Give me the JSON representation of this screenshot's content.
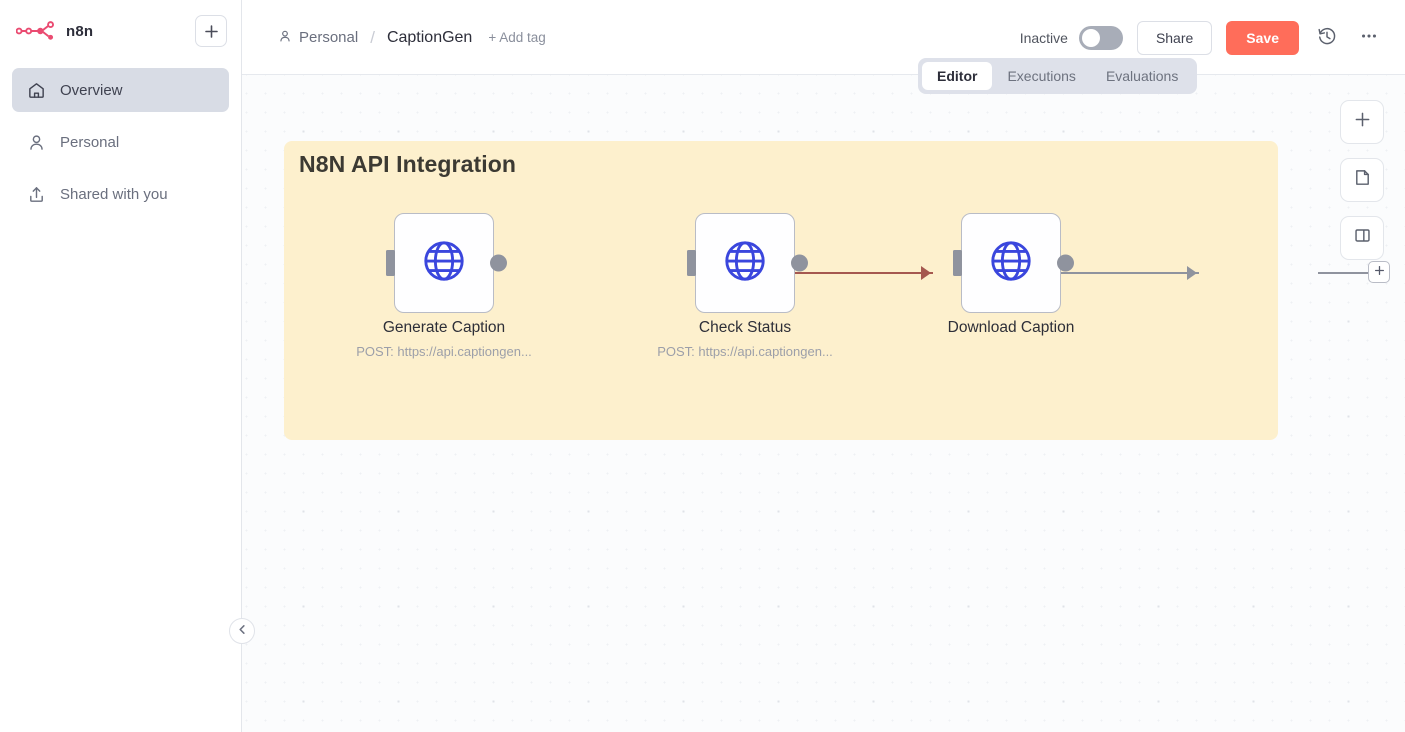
{
  "sidebar": {
    "brand": {
      "name": "n8n",
      "logo_icon": "n8n-logo",
      "color": "#ea4b71"
    },
    "add_button": {
      "icon": "plus-icon",
      "label": "+"
    },
    "items": [
      {
        "label": "Overview",
        "icon": "home-icon",
        "active": true
      },
      {
        "label": "Personal",
        "icon": "person-icon",
        "active": false
      },
      {
        "label": "Shared with you",
        "icon": "share-upload-icon",
        "active": false
      }
    ],
    "collapse": {
      "icon": "chevron-left-icon"
    }
  },
  "header": {
    "breadcrumb": {
      "project_icon": "person-icon",
      "project": "Personal",
      "separator": "/",
      "workflow": "CaptionGen",
      "add_tag": "+ Add tag"
    },
    "activation": {
      "label": "Inactive",
      "state": "off"
    },
    "share_label": "Share",
    "save_label": "Save",
    "save_color": "#ff6d5a",
    "history_icon": "history-clock-icon",
    "more_icon": "ellipsis-icon"
  },
  "tabs": [
    {
      "label": "Editor",
      "active": true
    },
    {
      "label": "Executions",
      "active": false
    },
    {
      "label": "Evaluations",
      "active": false
    }
  ],
  "canvas": {
    "sticky": {
      "title": "N8N API Integration",
      "color": "#fdf0cd"
    },
    "nodes": [
      {
        "title": "Generate Caption",
        "subtitle": "POST: https://api.captiongen...",
        "icon": "globe-icon",
        "icon_color": "#3a46dd"
      },
      {
        "title": "Check Status",
        "subtitle": "POST: https://api.captiongen...",
        "icon": "globe-icon",
        "icon_color": "#3a46dd"
      },
      {
        "title": "Download Caption",
        "subtitle": "",
        "icon": "globe-icon",
        "icon_color": "#3a46dd"
      }
    ],
    "connections": [
      {
        "from": "Generate Caption",
        "to": "Check Status",
        "color": "#a5584f"
      },
      {
        "from": "Check Status",
        "to": "Download Caption",
        "color": "#8f939e"
      }
    ],
    "endpoint_add": {
      "label": "+",
      "icon": "plus-icon"
    },
    "tools": [
      {
        "icon": "plus-icon",
        "name": "add-node"
      },
      {
        "icon": "sticky-note-icon",
        "name": "add-sticky"
      },
      {
        "icon": "panel-toggle-icon",
        "name": "toggle-panel"
      }
    ]
  }
}
